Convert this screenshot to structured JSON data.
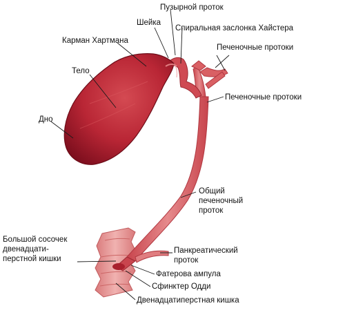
{
  "diagram": {
    "labels": {
      "cystic_duct": "Пузырной проток",
      "neck": "Шейка",
      "heister_valve": "Спиральная заслонка Хайстера",
      "hartmann_pouch": "Карман Хартмана",
      "hepatic_ducts_upper": "Печеночные протоки",
      "body": "Тело",
      "hepatic_ducts_lower": "Печеночные протоки",
      "fundus": "Дно",
      "common_hepatic_duct": [
        "Общий",
        "печеночный",
        "проток"
      ],
      "major_papilla": [
        "Большой сосочек",
        "двенадцати-",
        "перстной кишки"
      ],
      "pancreatic_duct": [
        "Панкреатический",
        "проток"
      ],
      "vater_ampulla": "Фатерова ампула",
      "oddi_sphincter": "Сфинктер Одди",
      "duodenum": "Двенадцатиперстная кишка"
    },
    "colors": {
      "organ_dark": "#a8182a",
      "organ_mid": "#c93a45",
      "organ_light": "#e88a8d",
      "duct": "#d9575e",
      "duodenum": "#e9a2a1",
      "leader_line": "#1a1a1a"
    }
  }
}
